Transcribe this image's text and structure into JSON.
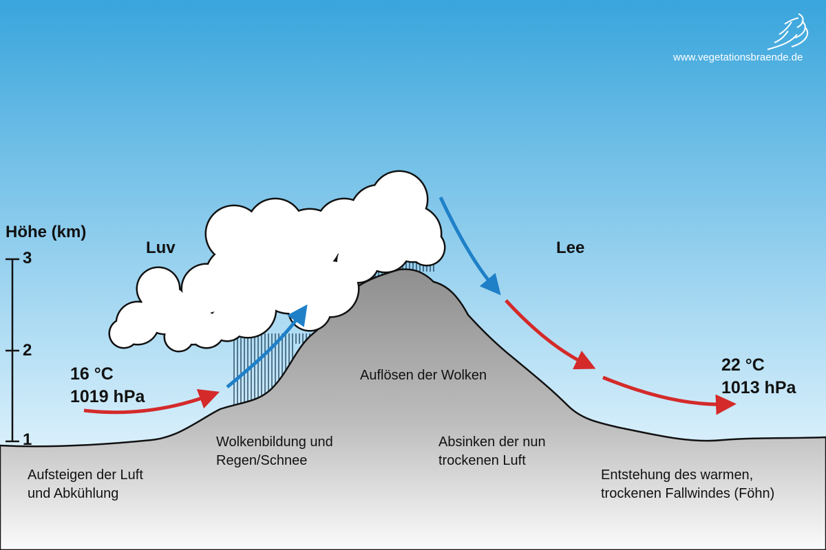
{
  "logo": {
    "url_text": "www.vegetationsbraende.de"
  },
  "axis": {
    "title": "Höhe (km)",
    "ticks": [
      "3",
      "2",
      "1"
    ]
  },
  "sides": {
    "windward": "Luv",
    "leeward": "Lee"
  },
  "left_conditions": {
    "temperature": "16 °C",
    "pressure": "1019 hPa"
  },
  "right_conditions": {
    "temperature": "22 °C",
    "pressure": "1013 hPa"
  },
  "labels": {
    "rising": [
      "Aufsteigen der Luft",
      "und Abkühlung"
    ],
    "clouds": [
      "Wolkenbildung und",
      "Regen/Schnee"
    ],
    "dissolve": "Auflösen der Wolken",
    "sinking": [
      "Absinken der nun",
      "trockenen Luft"
    ],
    "foehn": [
      "Entstehung des warmen,",
      "trockenen Fallwindes (Föhn)"
    ]
  },
  "colors": {
    "sky_top": "#39a5dc",
    "sky_bottom": "#d8effb",
    "warm_arrow": "#d42a2a",
    "cold_arrow": "#1f80c8",
    "mountain": "#9a9a9a"
  }
}
